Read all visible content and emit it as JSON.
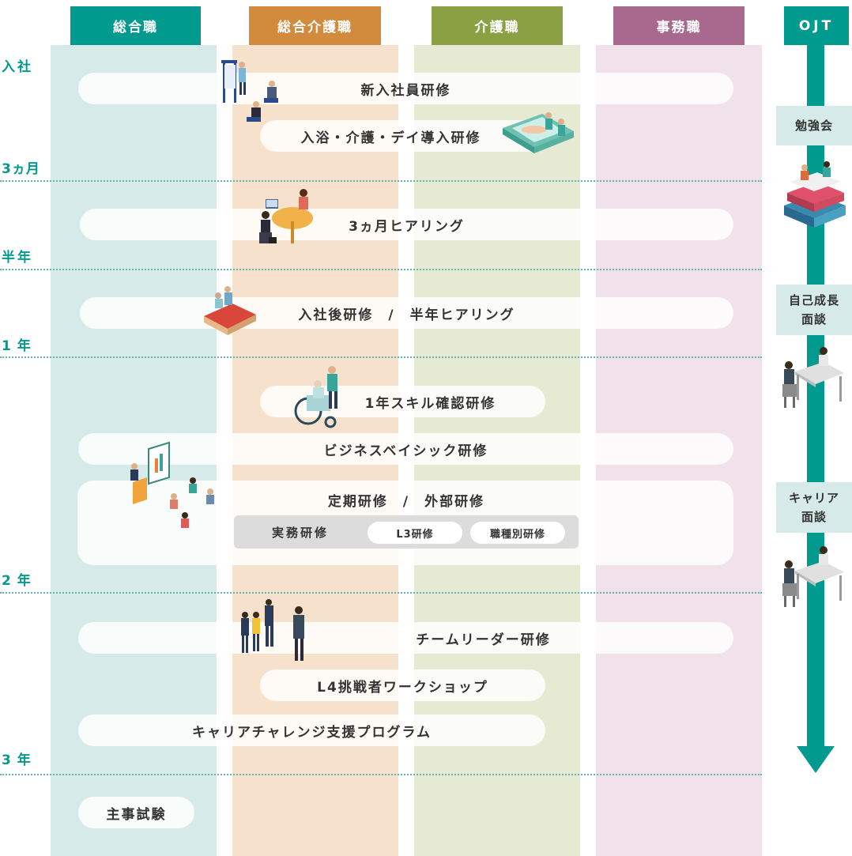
{
  "columns": [
    {
      "label": "総合職",
      "color": "#009a8e",
      "bg": "#d6ebe9"
    },
    {
      "label": "総合介護職",
      "color": "#d28a3c",
      "bg": "#f6e2cc"
    },
    {
      "label": "介護職",
      "color": "#8aa042",
      "bg": "#e7ead3"
    },
    {
      "label": "事務職",
      "color": "#a8698f",
      "bg": "#f0e1ea"
    },
    {
      "label": "OJT",
      "color": "#009a8e",
      "bg": "#ffffff"
    }
  ],
  "timeline": {
    "start": "入社",
    "m3": "3ヵ月",
    "half": "半年",
    "y1": "1 年",
    "y2": "2 年",
    "y3": "3 年"
  },
  "programs": {
    "shinnyu": "新入社員研修",
    "nyuyoku": "入浴・介護・デイ導入研修",
    "m3_hearing": "3ヵ月ヒアリング",
    "nyushago": "入社後研修　/　半年ヒアリング",
    "skill": "1年スキル確認研修",
    "business": "ビジネスベイシック研修",
    "teiki": "定期研修　/　外部研修",
    "jitsumu": "実務研修",
    "l3": "L3研修",
    "shokushu": "職種別研修",
    "leader": "チームリーダー研修",
    "l4": "L4挑戦者ワークショップ",
    "career": "キャリアチャレンジ支援プログラム",
    "shuji": "主事試験"
  },
  "ojt": {
    "benkyo": "勉強会",
    "jiko": "自己成長\n面談",
    "career": "キャリア\n面談"
  },
  "icons": [
    "lecture-icon",
    "bath-care-icon",
    "meeting-table-icon",
    "bed-care-icon",
    "wheelchair-icon",
    "presentation-icon",
    "team-standing-icon",
    "books-study-icon",
    "interview-desk-icon"
  ]
}
